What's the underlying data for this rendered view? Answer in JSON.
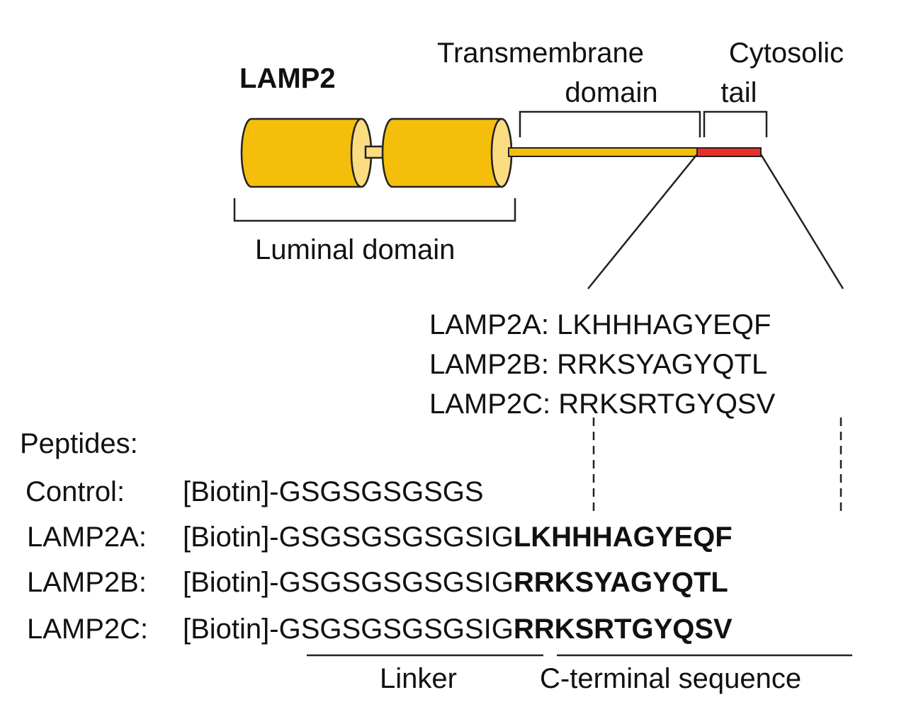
{
  "protein": {
    "name": "LAMP2",
    "labels": {
      "transmembrane_line1": "Transmembrane",
      "transmembrane_line2": "domain",
      "cytosolic_line1": "Cytosolic",
      "cytosolic_line2": "tail",
      "luminal": "Luminal domain"
    },
    "colors": {
      "domain_fill": "#F5BE0B",
      "domain_face": "#FBDC80",
      "cytosolic_tail": "#E8302A"
    }
  },
  "isoforms": [
    {
      "label": "LAMP2A:",
      "sequence": "LKHHHAGYEQF"
    },
    {
      "label": "LAMP2B:",
      "sequence": "RRKSYAGYQTL"
    },
    {
      "label": "LAMP2C:",
      "sequence": "RRKSRTGYQSV"
    }
  ],
  "peptides": {
    "heading": "Peptides:",
    "rows": [
      {
        "label": "Control:",
        "prefix": "[Biotin]-",
        "linker": "GSGSGSGSGS",
        "spacer": "",
        "cterm": ""
      },
      {
        "label": "LAMP2A:",
        "prefix": "[Biotin]-",
        "linker": "GSGSGSGSGS",
        "spacer": "IG",
        "cterm": "LKHHHAGYEQF"
      },
      {
        "label": "LAMP2B:",
        "prefix": "[Biotin]-",
        "linker": "GSGSGSGSGS",
        "spacer": "IG",
        "cterm": "RRKSYAGYQTL"
      },
      {
        "label": "LAMP2C:",
        "prefix": "[Biotin]-",
        "linker": "GSGSGSGSGS",
        "spacer": "IG",
        "cterm": "RRKSRTGYQSV"
      }
    ],
    "linker_label": "Linker",
    "cterm_label": "C-terminal sequence"
  }
}
